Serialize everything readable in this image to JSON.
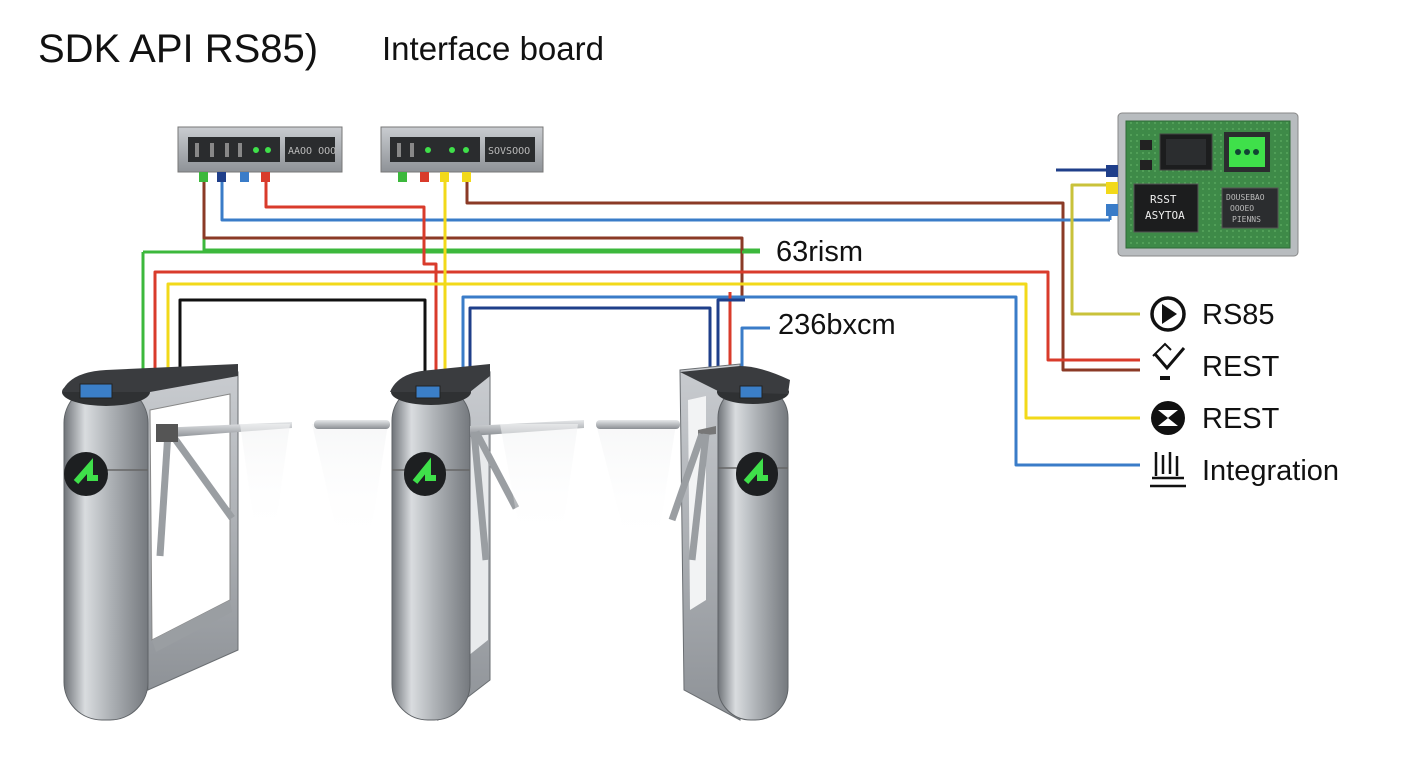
{
  "title": {
    "main": "SDK API RS85)",
    "sub": "Interface board"
  },
  "controllers": [
    {
      "label": "AAOO OOO"
    },
    {
      "label": "SOVSOOO"
    }
  ],
  "interface_board": {
    "left_chip": [
      "RSST",
      "ASYTOA"
    ],
    "right_chip": [
      "DOUSEBAO",
      "OOOEO",
      "PIENNS"
    ]
  },
  "wire_labels": [
    {
      "text": "63rism"
    },
    {
      "text": "236bxcm"
    }
  ],
  "legend": [
    {
      "label": "RS85",
      "icon": "play-circle-icon"
    },
    {
      "label": "REST",
      "icon": "check-mark-icon"
    },
    {
      "label": "REST",
      "icon": "hourglass-circle-icon"
    },
    {
      "label": "Integration",
      "icon": "hand-icon"
    }
  ],
  "colors": {
    "green": "#3cb83c",
    "red": "#d93b2b",
    "yellow": "#f2d91a",
    "blue": "#3a7cc8",
    "brown": "#8b3a26",
    "black": "#111111",
    "navy": "#1f3f8a",
    "board_green": "#3e8a48",
    "led_green": "#3fe04a",
    "steel": "#a9adb2"
  },
  "turnstiles": [
    {
      "name": "turnstile-left"
    },
    {
      "name": "turnstile-center"
    },
    {
      "name": "turnstile-right"
    }
  ]
}
